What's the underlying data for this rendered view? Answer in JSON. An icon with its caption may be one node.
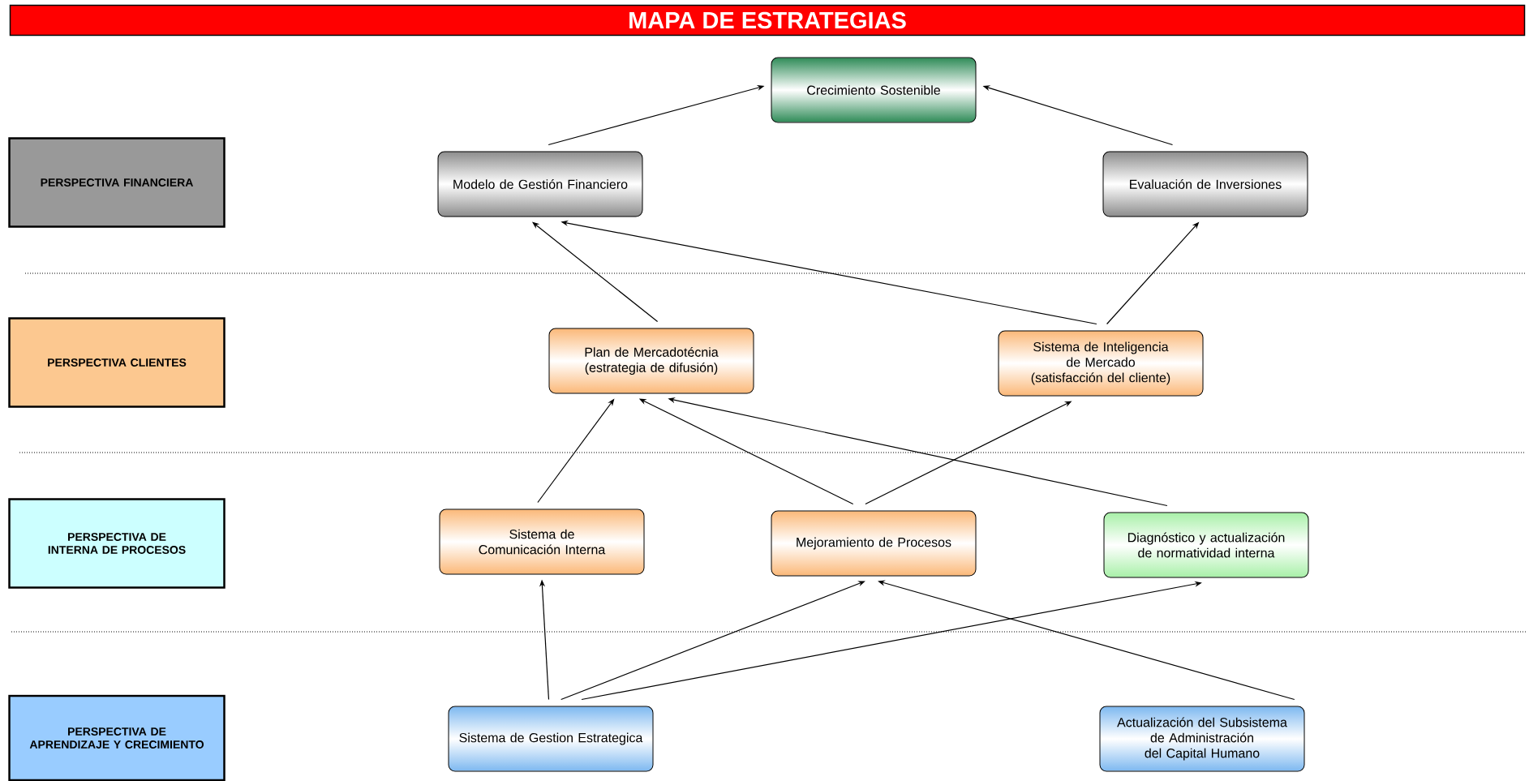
{
  "diagram": {
    "title": "MAPA DE ESTRATEGIAS",
    "nodes": [
      {
        "text": [
          "PERSPECTIVA FINANCIERA"
        ]
      },
      {
        "text": [
          "PERSPECTIVA CLIENTES"
        ]
      },
      {
        "text": [
          "PERSPECTIVA DE INTERNA DE PROCESOS"
        ]
      },
      {
        "text": [
          "PERSPECTIVA DE APRENDIZAJE Y CRECIMIENTO"
        ]
      },
      {
        "text": [
          "Crecimiento Sostenible"
        ]
      },
      {
        "text": [
          "Modelo de Gestión Financiero"
        ]
      },
      {
        "text": [
          "Evaluación de Inversiones"
        ]
      },
      {
        "text": [
          "Plan de Mercadotécnia (estrategia de difusión)"
        ]
      },
      {
        "text": [
          "Sistema de Inteligencia de Mercado (satisfacción del cliente)"
        ]
      },
      {
        "text": [
          "Sistema de Comunicación Interna"
        ]
      },
      {
        "text": [
          "Mejoramiento de Procesos"
        ]
      },
      {
        "text": [
          "Diagnóstico y actualización de normatividad interna"
        ]
      },
      {
        "text": [
          "Sistema de Gestion Estrategica"
        ]
      },
      {
        "text": [
          "Actualización del Subsistema de Administración del Capital Humano"
        ]
      }
    ],
    "edges": [
      {
        "from": 5,
        "to": 4,
        "arrow": "to"
      },
      {
        "from": 6,
        "to": 4,
        "arrow": "to"
      },
      {
        "from": 7,
        "to": 5,
        "arrow": "to"
      },
      {
        "from": 8,
        "to": 5,
        "arrow": "to"
      },
      {
        "from": 8,
        "to": 6,
        "arrow": "to"
      },
      {
        "from": 9,
        "to": 7,
        "arrow": "to"
      },
      {
        "from": 10,
        "to": 7,
        "arrow": "to"
      },
      {
        "from": 11,
        "to": 7,
        "arrow": "to"
      },
      {
        "from": 10,
        "to": 8,
        "arrow": "to"
      },
      {
        "from": 12,
        "to": 9,
        "arrow": "to"
      },
      {
        "from": 12,
        "to": 10,
        "arrow": "to"
      },
      {
        "from": 12,
        "to": 11,
        "arrow": "to"
      },
      {
        "from": 13,
        "to": 10,
        "arrow": "to"
      }
    ]
  }
}
